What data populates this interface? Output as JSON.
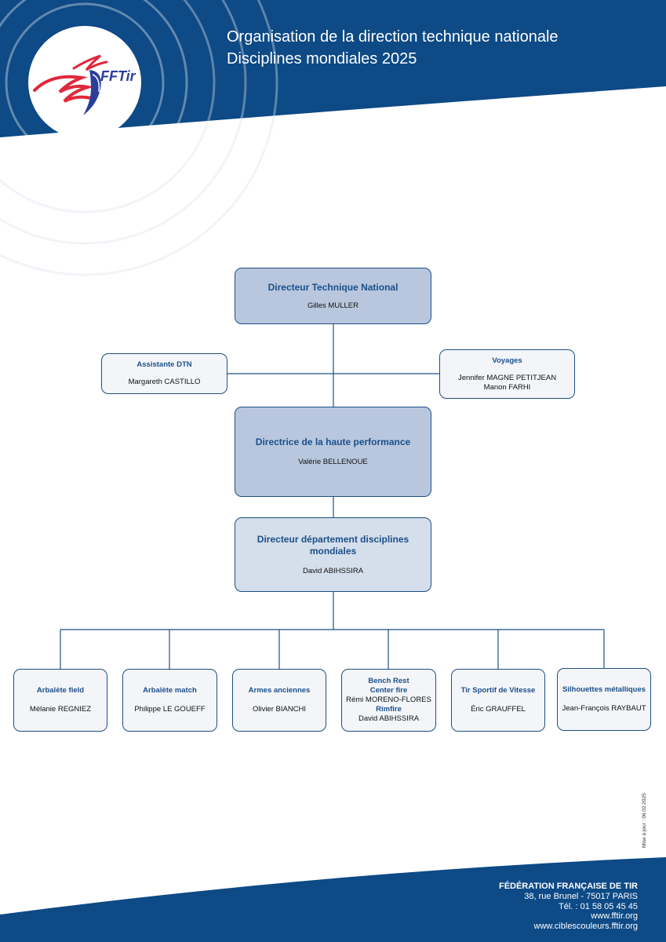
{
  "header": {
    "title_line1": "Organisation de la direction technique nationale",
    "title_line2": "Disciplines mondiales 2025",
    "logo_text": "FFTir"
  },
  "org": {
    "dtn": {
      "title": "Directeur Technique National",
      "person": "Gilles MULLER"
    },
    "assistant": {
      "title": "Assistante DTN",
      "person": "Margareth CASTILLO"
    },
    "voyages": {
      "title": "Voyages",
      "person1": "Jennifer MAGNE PETITJEAN",
      "person2": "Manon FARHI"
    },
    "hp": {
      "title": "Directrice de la haute performance",
      "person": "Valérie BELLENOUE"
    },
    "dept": {
      "title": "Directeur département disciplines mondiales",
      "person": "David ABIHSSIRA"
    },
    "disciplines": [
      {
        "title": "Arbalète field",
        "person": "Mélanie REGNIEZ"
      },
      {
        "title": "Arbalète match",
        "person": "Philippe LE GOUEFF"
      },
      {
        "title": "Armes anciennes",
        "person": "Olivier BIANCHI"
      },
      {
        "title": "Bench Rest",
        "sub1": "Center fire",
        "person1": "Rémi MORENO-FLORES",
        "sub2": "Rimfire",
        "person2": "David ABIHSSIRA"
      },
      {
        "title": "Tir Sportif de Vitesse",
        "person": "Éric GRAUFFEL"
      },
      {
        "title": "Silhouettes métalliques",
        "person": "Jean-François RAYBAUT"
      }
    ]
  },
  "update_note": "Mise à jour : 06.02.2025",
  "footer": {
    "name": "FÉDÉRATION FRANÇAISE DE TIR",
    "address": "38, rue Brunel - 75017 PARIS",
    "phone": "Tél. : 01 58 05 45 45",
    "site1": "www.fftir.org",
    "site2": "www.ciblescouleurs.fftir.org"
  },
  "colors": {
    "brand_blue": "#0d4a86",
    "box_dark": "#b8c7dd",
    "box_mid": "#d5deeb",
    "box_light": "#f3f5f9",
    "accent_red": "#e0283a"
  }
}
